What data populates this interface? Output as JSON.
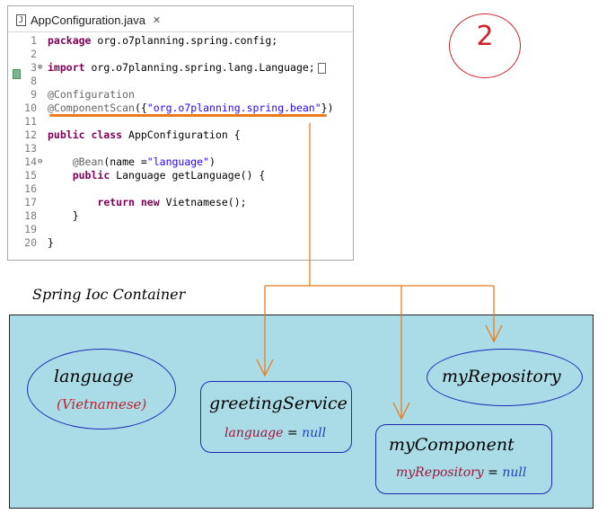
{
  "editor": {
    "tab_title": "AppConfiguration.java",
    "tab_icon": "java-file-icon",
    "close_icon": "close-icon",
    "lines": [
      {
        "num": "1",
        "fold": "",
        "segments": [
          {
            "cls": "kw",
            "text": "package"
          },
          {
            "cls": "",
            "text": " org.o7planning.spring.config;"
          }
        ]
      },
      {
        "num": "2",
        "fold": "",
        "segments": []
      },
      {
        "num": "3",
        "fold": "⊕",
        "segments": [
          {
            "cls": "kw",
            "text": "import"
          },
          {
            "cls": "",
            "text": " org.o7planning.spring.lang.Language;"
          }
        ]
      },
      {
        "num": "8",
        "fold": "",
        "segments": []
      },
      {
        "num": "9",
        "fold": "",
        "segments": [
          {
            "cls": "an",
            "text": "@Configuration"
          }
        ]
      },
      {
        "num": "10",
        "fold": "",
        "segments": [
          {
            "cls": "an",
            "text": "@ComponentScan"
          },
          {
            "cls": "",
            "text": "({"
          },
          {
            "cls": "str",
            "text": "\"org.o7planning.spring.bean\""
          },
          {
            "cls": "",
            "text": "})"
          }
        ]
      },
      {
        "num": "11",
        "fold": "",
        "segments": []
      },
      {
        "num": "12",
        "fold": "",
        "segments": [
          {
            "cls": "kw",
            "text": "public class"
          },
          {
            "cls": "",
            "text": " AppConfiguration {"
          }
        ]
      },
      {
        "num": "13",
        "fold": "",
        "segments": []
      },
      {
        "num": "14",
        "fold": "⊖",
        "segments": [
          {
            "cls": "",
            "text": "    "
          },
          {
            "cls": "an",
            "text": "@Bean"
          },
          {
            "cls": "",
            "text": "(name ="
          },
          {
            "cls": "str",
            "text": "\"language\""
          },
          {
            "cls": "",
            "text": ")"
          }
        ]
      },
      {
        "num": "15",
        "fold": "",
        "segments": [
          {
            "cls": "",
            "text": "    "
          },
          {
            "cls": "kw",
            "text": "public"
          },
          {
            "cls": "",
            "text": " Language getLanguage() {"
          }
        ]
      },
      {
        "num": "16",
        "fold": "",
        "segments": []
      },
      {
        "num": "17",
        "fold": "",
        "segments": [
          {
            "cls": "",
            "text": "        "
          },
          {
            "cls": "kw",
            "text": "return new"
          },
          {
            "cls": "",
            "text": " Vietnamese();"
          }
        ]
      },
      {
        "num": "18",
        "fold": "",
        "segments": [
          {
            "cls": "",
            "text": "    }"
          }
        ]
      },
      {
        "num": "19",
        "fold": "",
        "segments": []
      },
      {
        "num": "20",
        "fold": "",
        "segments": [
          {
            "cls": "",
            "text": "}"
          }
        ]
      }
    ]
  },
  "annotation_number": "2",
  "container_title": "Spring Ioc Container",
  "beans": {
    "language": {
      "name": "language",
      "value": "(Vietnamese)"
    },
    "greeting_service": {
      "name": "greetingService",
      "prop_name": "language",
      "equals": " = ",
      "prop_value": "null"
    },
    "my_repository": {
      "name": "myRepository"
    },
    "my_component": {
      "name": "myComponent",
      "prop_name": "myRepository",
      "equals": " = ",
      "prop_value": "null"
    }
  },
  "colors": {
    "container_fill": "#a9dce7",
    "connector": "#ee7a1b",
    "bean_border": "#1c2bb3",
    "annotation_red": "#d0202a"
  }
}
